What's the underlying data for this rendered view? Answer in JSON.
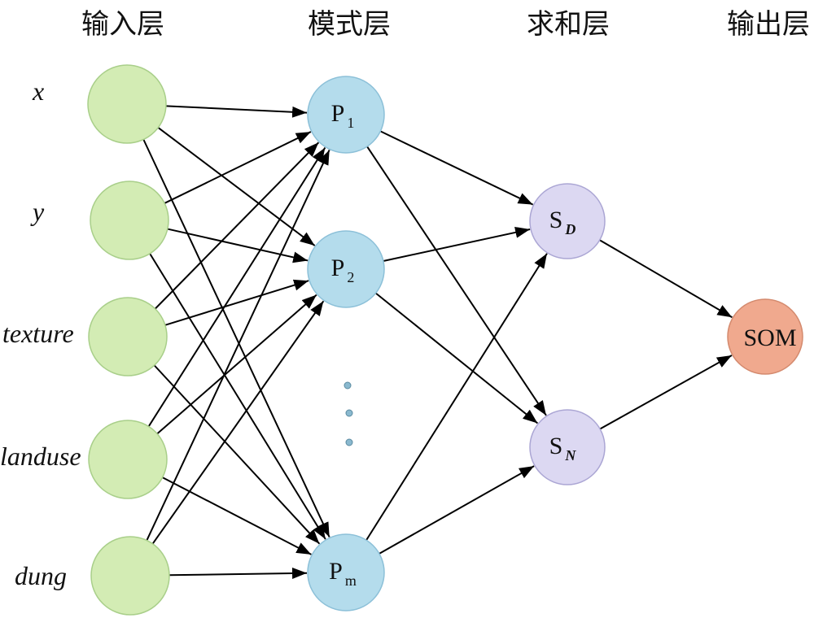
{
  "layers": {
    "input": "输入层",
    "pattern": "模式层",
    "summation": "求和层",
    "output": "输出层"
  },
  "input_nodes": [
    "x",
    "y",
    "texture",
    "landuse",
    "dung"
  ],
  "pattern_nodes": [
    {
      "main": "P",
      "sub": "1"
    },
    {
      "main": "P",
      "sub": "2"
    },
    {
      "main": "P",
      "sub": "m"
    }
  ],
  "summation_nodes": [
    {
      "main": "S",
      "sub": "D"
    },
    {
      "main": "S",
      "sub": "N"
    }
  ],
  "output_node": "SOM",
  "colors": {
    "input_fill": "#d3ecb4",
    "input_stroke": "#a9cf8a",
    "pattern_fill": "#b4dcec",
    "pattern_stroke": "#8cc0d8",
    "summation_fill": "#dcd8f2",
    "summation_stroke": "#aba6d4",
    "output_fill": "#f0a98e",
    "output_stroke": "#d48a6e",
    "edge": "#000000"
  }
}
